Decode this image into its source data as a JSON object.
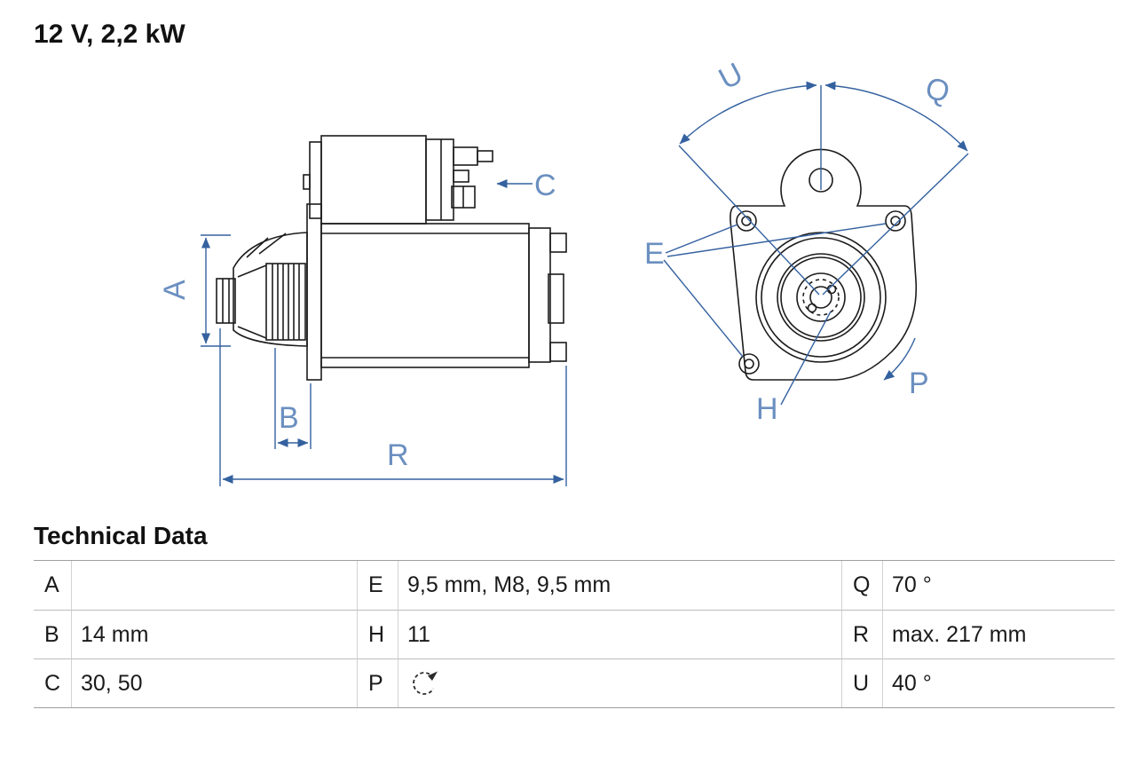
{
  "header": {
    "title": "12 V, 2,2 kW"
  },
  "section": {
    "heading": "Technical Data"
  },
  "diagram": {
    "dimension_labels": {
      "A": "A",
      "B": "B",
      "C": "C",
      "R": "R",
      "E": "E",
      "H": "H",
      "P": "P",
      "Q": "Q",
      "U": "U"
    }
  },
  "table": {
    "rows": [
      [
        "A",
        "",
        "E",
        "9,5 mm, M8, 9,5 mm",
        "Q",
        "70 °"
      ],
      [
        "B",
        "14 mm",
        "H",
        "11",
        "R",
        "max. 217 mm"
      ],
      [
        "C",
        "30, 50",
        "P",
        "",
        "U",
        "40 °"
      ]
    ],
    "p_icon": "counterclockwise-rotation-icon"
  },
  "colors": {
    "part_line": "#1c1c1c",
    "dimension_blue": "#34619f",
    "label_blue": "#6b8fc0",
    "table_border": "#9e9e9e",
    "background": "#ffffff"
  }
}
